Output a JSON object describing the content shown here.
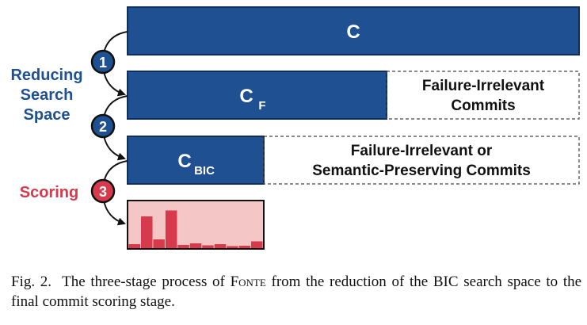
{
  "colors": {
    "blue": "#1f5091",
    "blue_dark": "#0e2f5c",
    "red": "#d63a4c",
    "red_dark": "#7a1c26",
    "pink_bg": "#f4c6c6",
    "white": "#ffffff"
  },
  "stages": {
    "step1": "1",
    "step2": "2",
    "step3": "3"
  },
  "labels": {
    "reducing_line1": "Reducing",
    "reducing_line2": "Search",
    "reducing_line3": "Space",
    "scoring": "Scoring"
  },
  "bars": {
    "c": "C",
    "cf_base": "C",
    "cf_sub": "F",
    "cbic_base": "C",
    "cbic_sub": "BIC"
  },
  "removed": {
    "first_line1": "Failure-Irrelevant",
    "first_line2": "Commits",
    "second_line1": "Failure-Irrelevant or",
    "second_line2": "Semantic-Preserving Commits"
  },
  "score_bars": [
    0.1,
    0.8,
    0.22,
    0.95,
    0.08,
    0.12,
    0.07,
    0.1,
    0.05,
    0.06,
    0.17
  ],
  "caption": {
    "prefix": "Fig. 2.",
    "text_before": "The three-stage process of",
    "tool_name": "Fonte",
    "text_after": "from the reduction of the BIC search space to the final commit scoring stage."
  }
}
